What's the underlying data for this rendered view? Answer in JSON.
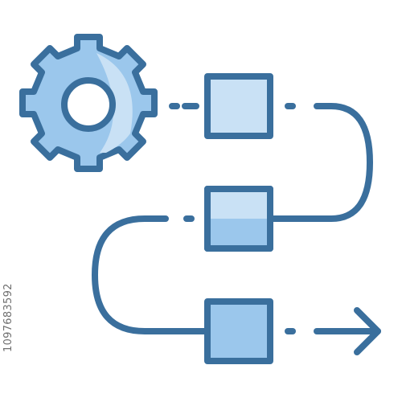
{
  "icon": {
    "name": "workflow-process-icon",
    "colors": {
      "stroke": "#3a6f9d",
      "fill_light": "#c9e1f5",
      "fill_mid": "#9bc7ec",
      "background": "#ffffff"
    },
    "parts": [
      "gear-icon",
      "process-step-1",
      "process-step-2",
      "process-step-3",
      "connector-path",
      "arrow-icon"
    ]
  },
  "watermark": {
    "id_text": "1097683592"
  }
}
